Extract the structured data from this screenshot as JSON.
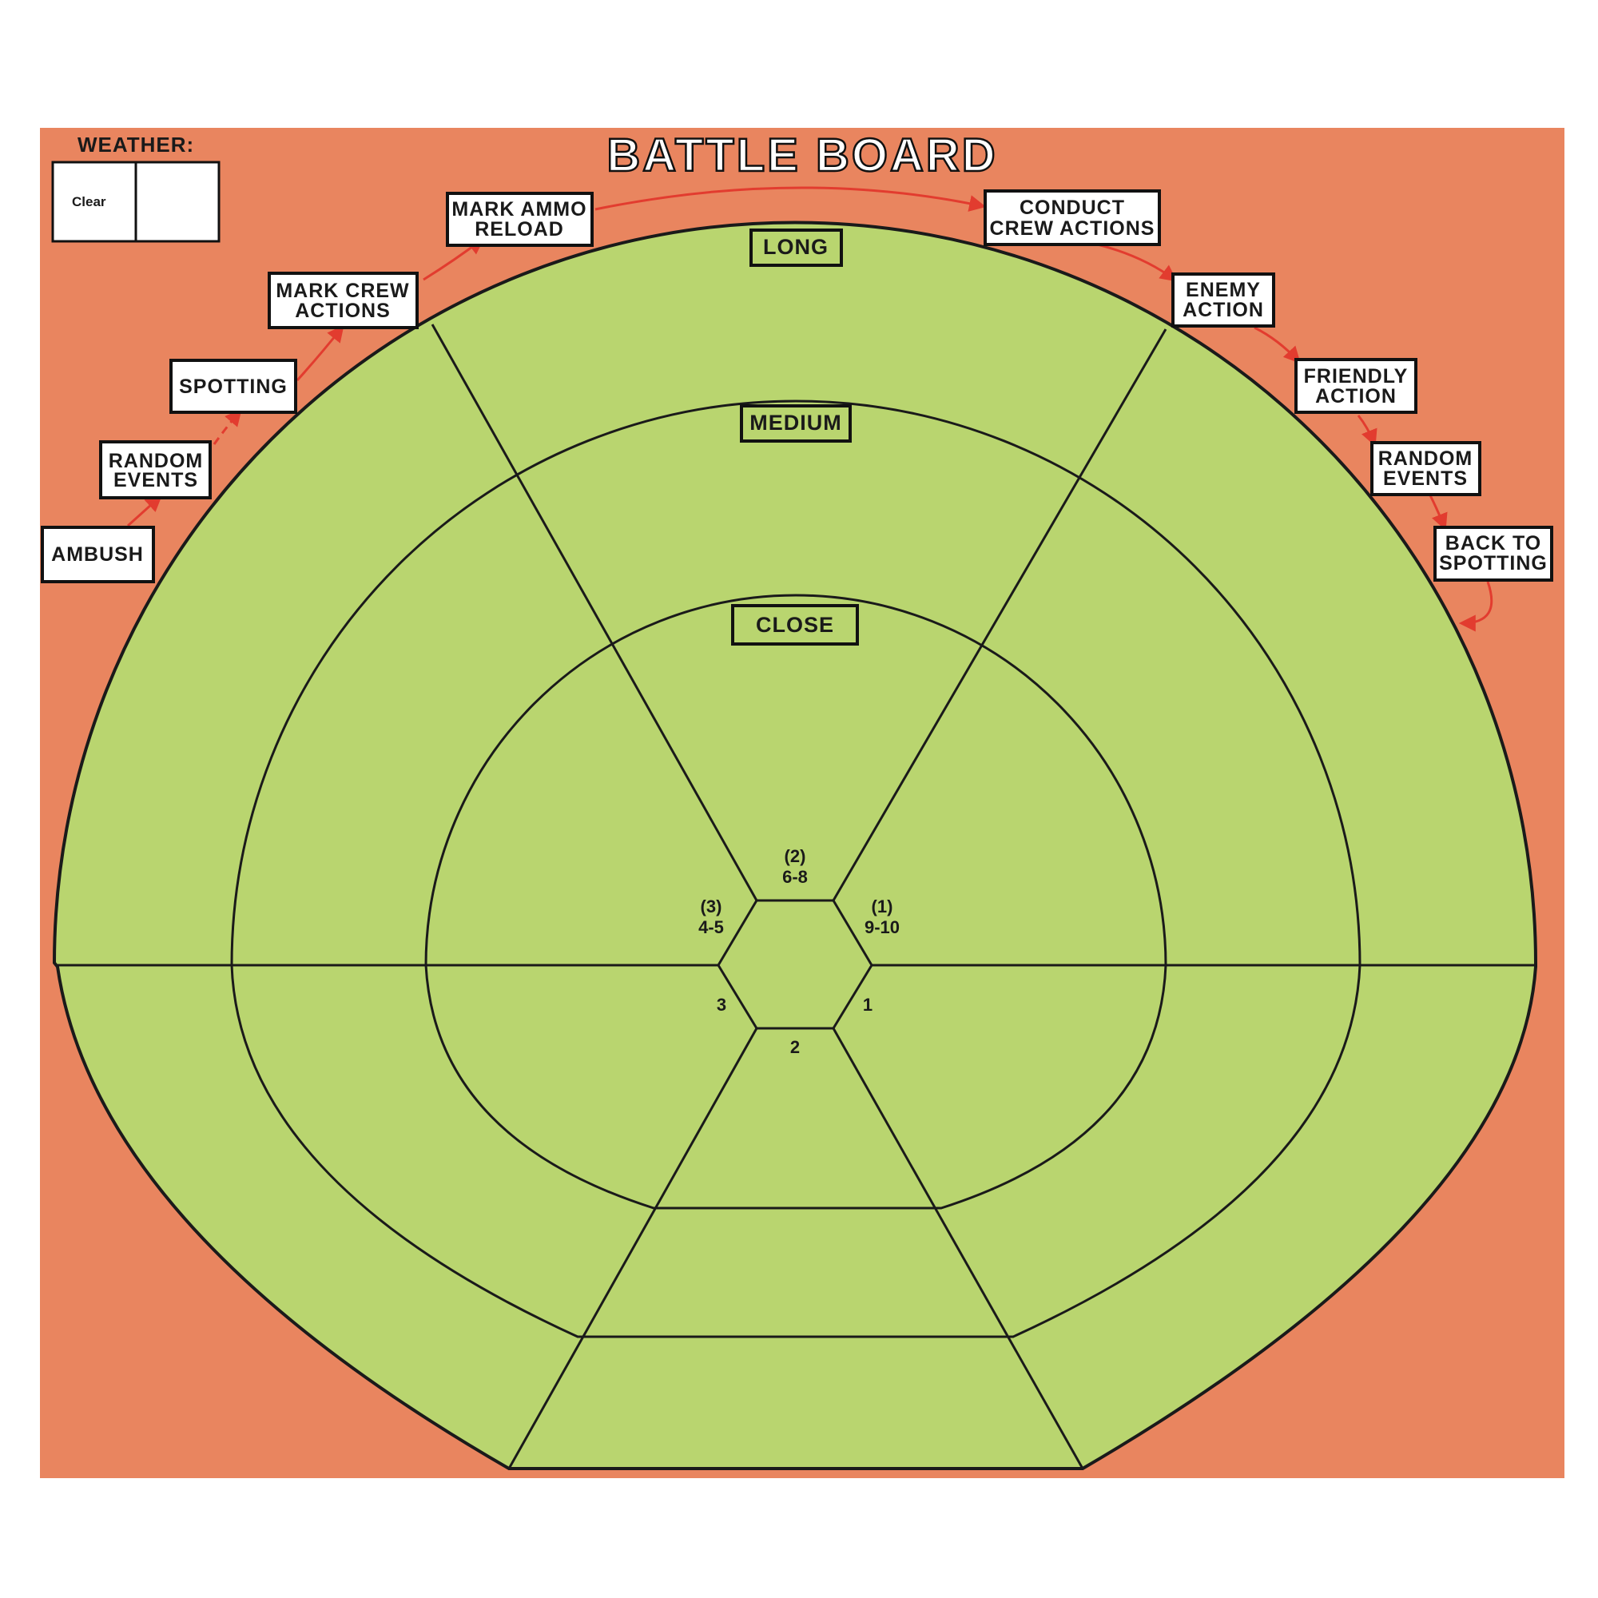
{
  "title": "BATTLE BOARD",
  "weather": {
    "label": "WEATHER:",
    "value": "Clear",
    "second_value": ""
  },
  "colors": {
    "background": "#e9855f",
    "board": "#b9d56f",
    "arrow": "#e23c2f",
    "line": "#1a1a1a"
  },
  "phases": [
    {
      "id": "ambush",
      "lines": [
        "AMBUSH"
      ]
    },
    {
      "id": "random-events-left",
      "lines": [
        "RANDOM",
        "EVENTS"
      ]
    },
    {
      "id": "spotting",
      "lines": [
        "SPOTTING"
      ]
    },
    {
      "id": "mark-crew-actions",
      "lines": [
        "MARK CREW",
        "ACTIONS"
      ]
    },
    {
      "id": "mark-ammo-reload",
      "lines": [
        "MARK AMMO",
        "RELOAD"
      ]
    },
    {
      "id": "conduct-crew-actions",
      "lines": [
        "CONDUCT",
        "CREW ACTIONS"
      ]
    },
    {
      "id": "enemy-action",
      "lines": [
        "ENEMY",
        "ACTION"
      ]
    },
    {
      "id": "friendly-action",
      "lines": [
        "FRIENDLY",
        "ACTION"
      ]
    },
    {
      "id": "random-events-right",
      "lines": [
        "RANDOM",
        "EVENTS"
      ]
    },
    {
      "id": "back-to-spotting",
      "lines": [
        "BACK TO",
        "SPOTTING"
      ]
    }
  ],
  "ranges": {
    "long": "LONG",
    "medium": "MEDIUM",
    "close": "CLOSE"
  },
  "sectors": {
    "s2_upper": {
      "num": "(2)",
      "roll": "6-8"
    },
    "s3_upper": {
      "num": "(3)",
      "roll": "4-5"
    },
    "s1_upper": {
      "num": "(1)",
      "roll": "9-10"
    },
    "s3_lower": "3",
    "s1_lower": "1",
    "s2_lower": "2"
  }
}
